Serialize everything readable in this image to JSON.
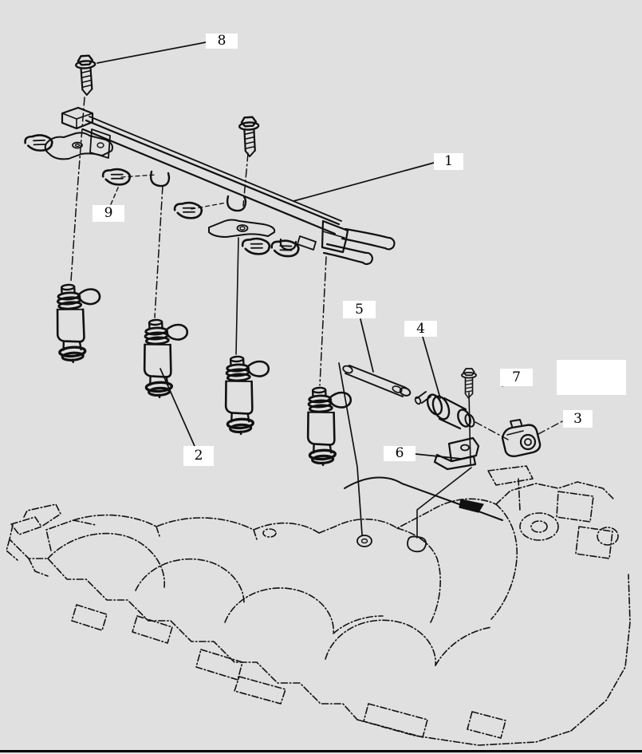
{
  "diagram": {
    "type": "exploded-parts-illustration",
    "subject": "fuel-rail-injector-and-intake-manifold-assembly",
    "background_color": "#e0e0e0",
    "line_color": "#111111",
    "label_background": "#ffffff",
    "callouts": [
      {
        "label": "1"
      },
      {
        "label": "2"
      },
      {
        "label": "3"
      },
      {
        "label": "4"
      },
      {
        "label": "5"
      },
      {
        "label": "6"
      },
      {
        "label": "7"
      },
      {
        "label": "8"
      },
      {
        "label": "9"
      }
    ],
    "empty_label_box": {
      "label": ""
    }
  }
}
